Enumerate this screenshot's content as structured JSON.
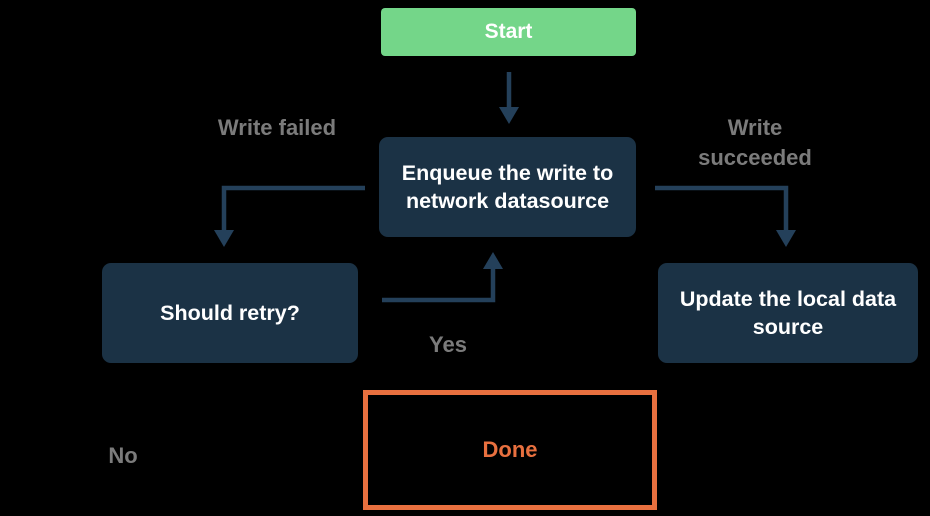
{
  "diagram": {
    "title": "offline-first write flowchart",
    "nodes": {
      "start": {
        "label": "Start"
      },
      "enqueue": {
        "label": "Enqueue the write to network datasource"
      },
      "should_retry": {
        "label": "Should retry?"
      },
      "update_local": {
        "label": "Update the local data source"
      },
      "done": {
        "label": "Done"
      }
    },
    "edge_labels": {
      "write_failed": "Write failed",
      "write_succeeded": "Write succeeded",
      "yes": "Yes",
      "no": "No"
    },
    "colors": {
      "background": "#000000",
      "green": "#74D689",
      "navy": "#1B3245",
      "arrow": "#24405A",
      "gray_label": "#7B7B7B",
      "orange": "#E8703F",
      "white": "#FFFFFF"
    }
  }
}
